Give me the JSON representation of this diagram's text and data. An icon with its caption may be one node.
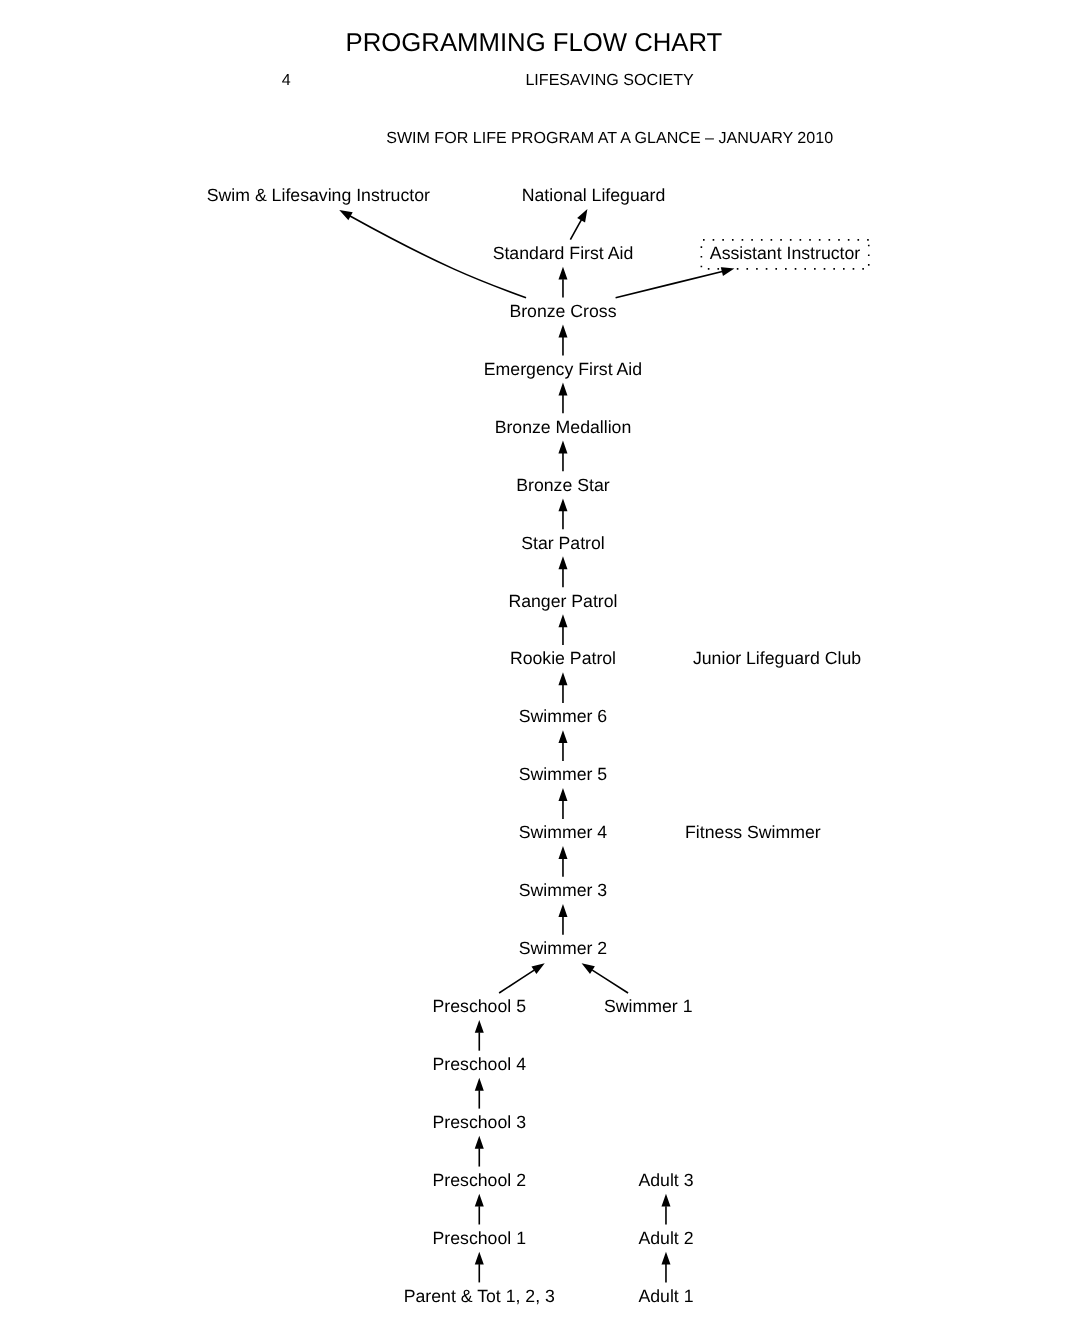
{
  "diagram": {
    "title": "PROGRAMMING FLOW CHART",
    "nodes": [
      {
        "text": [
          "National Lifeguard"
        ]
      },
      {
        "text": [
          "Swim & Lifesaving Instructor"
        ]
      },
      {
        "text": [
          "Standard First Aid"
        ]
      },
      {
        "text": [
          "Assistant Instructor"
        ]
      },
      {
        "text": [
          "Bronze Cross"
        ]
      },
      {
        "text": [
          "Emergency First Aid"
        ]
      },
      {
        "text": [
          "Bronze Medallion"
        ]
      },
      {
        "text": [
          "Bronze Star"
        ]
      },
      {
        "text": [
          "Star Patrol"
        ]
      },
      {
        "text": [
          "Ranger Patrol"
        ]
      },
      {
        "text": [
          "Rookie Patrol"
        ]
      },
      {
        "text": [
          "Swimmer 6"
        ]
      },
      {
        "text": [
          "Adult 3"
        ]
      },
      {
        "text": [
          "Swimmer 5"
        ]
      },
      {
        "text": [
          "Swimmer 4"
        ]
      },
      {
        "text": [
          "Adult 2"
        ]
      },
      {
        "text": [
          "Swimmer 3"
        ]
      },
      {
        "text": [
          "Swimmer 2"
        ]
      },
      {
        "text": [
          "Preschool 5"
        ]
      },
      {
        "text": [
          "Adult 1"
        ]
      },
      {
        "text": [
          "Swimmer 1"
        ]
      },
      {
        "text": [
          "Preschool 4"
        ]
      },
      {
        "text": [
          "Preschool 3"
        ]
      },
      {
        "text": [
          "Preschool 2"
        ]
      },
      {
        "text": [
          "Preschool 1"
        ]
      },
      {
        "text": [
          "Parent & Tot 1, 2, 3"
        ]
      }
    ],
    "edges": [
      {
        "from": 2,
        "to": 0,
        "arrow": "to"
      },
      {
        "from": 4,
        "to": 2,
        "arrow": "to"
      },
      {
        "from": 4,
        "to": 1,
        "arrow": "to"
      },
      {
        "from": 4,
        "to": 3,
        "arrow": "to"
      },
      {
        "from": 5,
        "to": 4,
        "arrow": "to"
      },
      {
        "from": 6,
        "to": 5,
        "arrow": "to"
      },
      {
        "from": 7,
        "to": 6,
        "arrow": "to"
      },
      {
        "from": 8,
        "to": 7,
        "arrow": "to"
      },
      {
        "from": 9,
        "to": 8,
        "arrow": "to"
      },
      {
        "from": 10,
        "to": 9,
        "arrow": "to"
      },
      {
        "from": 11,
        "to": 10,
        "arrow": "to"
      },
      {
        "from": 13,
        "to": 11,
        "arrow": "to"
      },
      {
        "from": 14,
        "to": 13,
        "arrow": "to"
      },
      {
        "from": 16,
        "to": 14,
        "arrow": "to"
      },
      {
        "from": 17,
        "to": 16,
        "arrow": "to"
      },
      {
        "from": 20,
        "to": 17,
        "arrow": "to"
      },
      {
        "from": 18,
        "to": 17,
        "arrow": "to"
      },
      {
        "from": 21,
        "to": 18,
        "arrow": "to"
      },
      {
        "from": 22,
        "to": 21,
        "arrow": "to"
      },
      {
        "from": 23,
        "to": 22,
        "arrow": "to"
      },
      {
        "from": 24,
        "to": 23,
        "arrow": "to"
      },
      {
        "from": 25,
        "to": 24,
        "arrow": "to"
      },
      {
        "from": 19,
        "to": 15,
        "arrow": "to"
      },
      {
        "from": 15,
        "to": 12,
        "arrow": "to"
      }
    ],
    "labels": [
      "LIFESAVING SOCIETY",
      "SWIM FOR LIFE PROGRAM AT A GLANCE – JANUARY 2010",
      "4",
      "Junior Lifeguard Club",
      "Fitness Swimmer"
    ]
  }
}
